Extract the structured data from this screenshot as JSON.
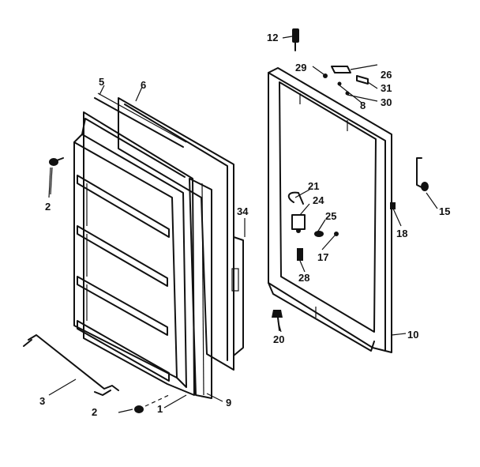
{
  "parts": [
    {
      "id": "part-1",
      "label": "1"
    },
    {
      "id": "part-2a",
      "label": "2"
    },
    {
      "id": "part-2b",
      "label": "2"
    },
    {
      "id": "part-3",
      "label": "3"
    },
    {
      "id": "part-5",
      "label": "5"
    },
    {
      "id": "part-6",
      "label": "6"
    },
    {
      "id": "part-8",
      "label": "8"
    },
    {
      "id": "part-9",
      "label": "9"
    },
    {
      "id": "part-10",
      "label": "10"
    },
    {
      "id": "part-12",
      "label": "12"
    },
    {
      "id": "part-15",
      "label": "15"
    },
    {
      "id": "part-17",
      "label": "17"
    },
    {
      "id": "part-18",
      "label": "18"
    },
    {
      "id": "part-20",
      "label": "20"
    },
    {
      "id": "part-21",
      "label": "21"
    },
    {
      "id": "part-24",
      "label": "24"
    },
    {
      "id": "part-25",
      "label": "25"
    },
    {
      "id": "part-26",
      "label": "26"
    },
    {
      "id": "part-28",
      "label": "28"
    },
    {
      "id": "part-29",
      "label": "29"
    },
    {
      "id": "part-30",
      "label": "30"
    },
    {
      "id": "part-31",
      "label": "31"
    },
    {
      "id": "part-34",
      "label": "34"
    }
  ]
}
